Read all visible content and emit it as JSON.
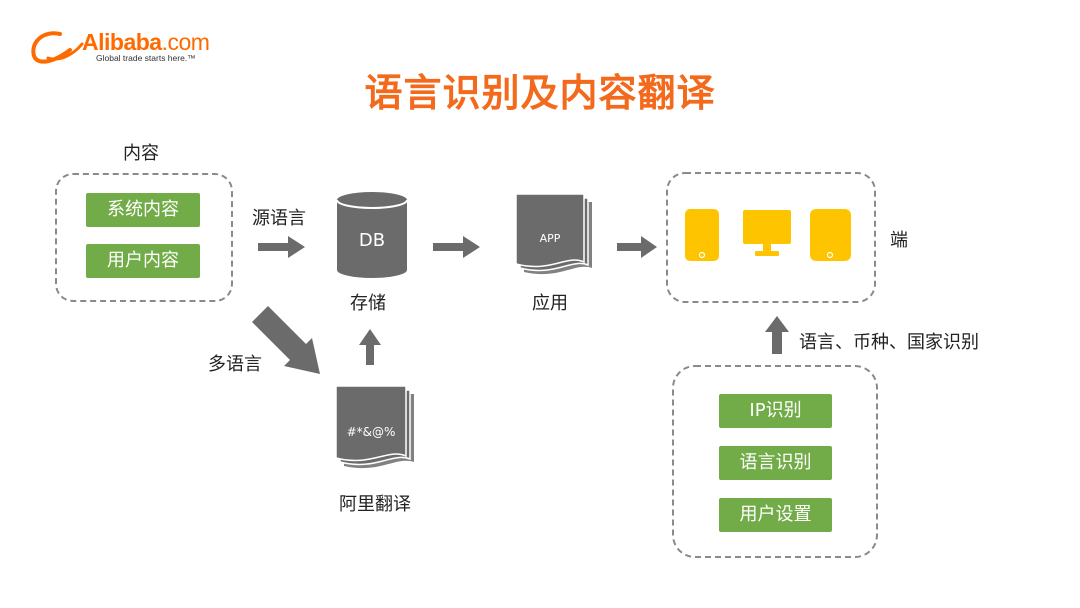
{
  "logo": {
    "brand": "Alibaba",
    "domain": ".com",
    "tagline": "Global trade starts here.™"
  },
  "title": "语言识别及内容翻译",
  "content_group": {
    "label": "内容",
    "items": [
      "系统内容",
      "用户内容"
    ]
  },
  "source_language_label": "源语言",
  "multi_language_label": "多语言",
  "db": {
    "text": "DB",
    "label": "存储"
  },
  "app": {
    "text": "APP",
    "label": "应用"
  },
  "translate": {
    "text": "#*&@%",
    "label": "阿里翻译"
  },
  "endpoints": {
    "label": "端",
    "icons": [
      "tablet-icon",
      "monitor-icon",
      "tablet-icon"
    ]
  },
  "recognition_label": "语言、币种、国家识别",
  "recognition_group": {
    "items": [
      "IP识别",
      "语言识别",
      "用户设置"
    ]
  },
  "colors": {
    "accent": "#f36a1c",
    "green": "#72ac48",
    "gray": "#6b6b6b",
    "yellow": "#ffc400"
  }
}
